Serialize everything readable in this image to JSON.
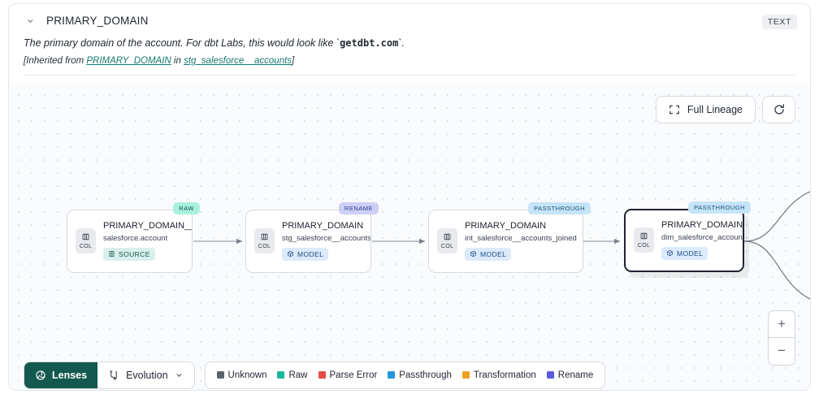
{
  "header": {
    "title": "PRIMARY_DOMAIN",
    "type_badge": "TEXT",
    "collapse_icon": "chevron-down-icon",
    "description_prefix": "The primary domain of the account. For dbt Labs, this would look like `",
    "description_code": "getdbt.com",
    "description_suffix": "`.",
    "inherited_prefix": "[Inherited from ",
    "inherited_link": "PRIMARY_DOMAIN",
    "inherited_middle": " in ",
    "inherited_source": "stg_salesforce__accounts",
    "inherited_suffix": "]"
  },
  "canvas_controls": {
    "full_lineage_label": "Full Lineage",
    "full_lineage_icon": "expand-icon",
    "refresh_icon": "refresh-icon",
    "zoom_in": "+",
    "zoom_out": "−"
  },
  "nodes": [
    {
      "tag": "RAW",
      "tag_style": "tag-raw",
      "chip_label": "COL",
      "chip_icon": "columns-icon",
      "title": "PRIMARY_DOMAIN__C",
      "subtitle": "salesforce.account",
      "kind": "SOURCE",
      "kind_icon": "database-icon",
      "kind_style": "kind-source",
      "selected": false
    },
    {
      "tag": "RENAME",
      "tag_style": "tag-ren",
      "chip_label": "COL",
      "chip_icon": "columns-icon",
      "title": "PRIMARY_DOMAIN",
      "subtitle": "stg_salesforce__accounts",
      "kind": "MODEL",
      "kind_icon": "cube-icon",
      "kind_style": "kind-model",
      "selected": false
    },
    {
      "tag": "PASSTHROUGH",
      "tag_style": "tag-pass",
      "chip_label": "COL",
      "chip_icon": "columns-icon",
      "title": "PRIMARY_DOMAIN",
      "subtitle": "int_salesforce__accounts_joined",
      "kind": "MODEL",
      "kind_icon": "cube-icon",
      "kind_style": "kind-model",
      "selected": false
    },
    {
      "tag": "PASSTHROUGH",
      "tag_style": "tag-pass",
      "chip_label": "COL",
      "chip_icon": "columns-icon",
      "title": "PRIMARY_DOMAIN",
      "subtitle": "dim_salesforce_accounts",
      "kind": "MODEL",
      "kind_icon": "cube-icon",
      "kind_style": "kind-model",
      "selected": true
    }
  ],
  "bottom_bar": {
    "lenses_label": "Lenses",
    "lenses_icon": "aperture-icon",
    "evolution_label": "Evolution",
    "evolution_icon": "evolution-icon",
    "evolution_caret": "chevron-down-icon",
    "legend": [
      {
        "label": "Unknown",
        "color": "#5b636e"
      },
      {
        "label": "Raw",
        "color": "#15b89a"
      },
      {
        "label": "Parse Error",
        "color": "#e34b45"
      },
      {
        "label": "Passthrough",
        "color": "#2196dd"
      },
      {
        "label": "Transformation",
        "color": "#f0a020"
      },
      {
        "label": "Rename",
        "color": "#5a5ce0"
      }
    ]
  }
}
